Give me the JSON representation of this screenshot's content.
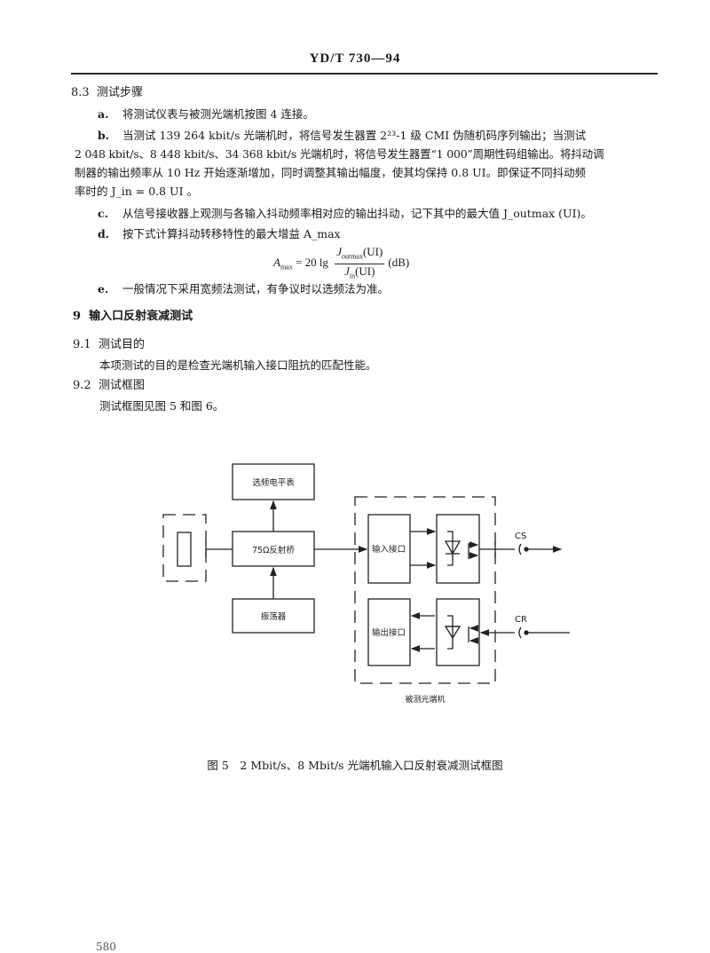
{
  "header": {
    "standard_code": "YD/T 730—94"
  },
  "section_8_3": {
    "number": "8.3",
    "title": "测试步骤",
    "items": [
      {
        "marker": "a.",
        "text": "将测试仪表与被测光端机按图 4 连接。"
      },
      {
        "marker": "b.",
        "lines": [
          "当测试 139 264 kbit/s 光端机时，将信号发生器置 2²³-1 级 CMI 伪随机码序列输出；当测试",
          "2 048 kbit/s、8 448 kbit/s、34 368 kbit/s 光端机时，将信号发生器置“1 000”周期性码组输出。将抖动调",
          "制器的输出频率从 10 Hz 开始逐渐增加，同时调整其输出幅度，使其均保持 0.8 UI。即保证不同抖动频",
          "率时的 J_in = 0.8 UI 。"
        ]
      },
      {
        "marker": "c.",
        "text": "从信号接收器上观测与各输入抖动频率相对应的输出抖动，记下其中的最大值 J_outmax (UI)。"
      },
      {
        "marker": "d.",
        "text": "按下式计算抖动转移特性的最大增益 A_max"
      },
      {
        "marker": "e.",
        "text": "一般情况下采用宽频法测试，有争议时以选频法为准。"
      }
    ],
    "formula": {
      "lhs": "A",
      "lhs_sub": "max",
      "eq": "= 20 lg",
      "num": "J",
      "num_sub": "outmax",
      "num_unit": "(UI)",
      "den": "J",
      "den_sub": "in",
      "den_unit": "(UI)",
      "unit": "(dB)"
    }
  },
  "section_9": {
    "number": "9",
    "title": "输入口反射衰减测试"
  },
  "section_9_1": {
    "number": "9.1",
    "title": "测试目的",
    "body": "本项测试的目的是检查光端机输入接口阻抗的匹配性能。"
  },
  "section_9_2": {
    "number": "9.2",
    "title": "测试框图",
    "body": "测试框图见图 5 和图 6。"
  },
  "figure": {
    "blocks": {
      "level_meter": "选频电平表",
      "bridge": "75Ω反射桥",
      "oscillator": "振荡器",
      "input_interface": "输入接口",
      "output_interface": "输出接口"
    },
    "ports": {
      "cs": "CS",
      "cr": "CR"
    },
    "dut_label": "被测光端机",
    "caption": "图 5　2 Mbit/s、8 Mbit/s 光端机输入口反射衰减测试框图"
  },
  "footer": {
    "page_number": "580"
  }
}
